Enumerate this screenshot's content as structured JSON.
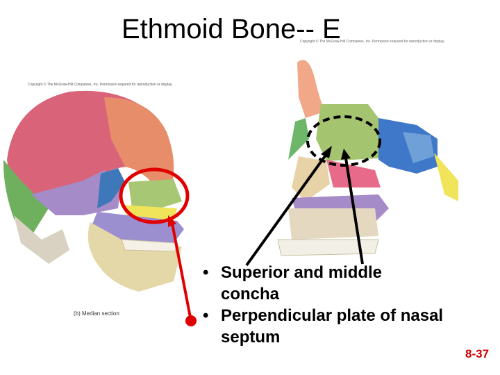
{
  "slide": {
    "title": "Ethmoid Bone-- E",
    "copyright_top": "Copyright © The McGraw-Hill Companies, Inc. Permission required for reproduction or display.",
    "copyright_left": "Copyright © The McGraw-Hill Companies, Inc. Permission required for reproduction or display.",
    "figure_caption": "(b) Median section",
    "bullets": [
      "Superior and middle concha",
      "Perpendicular plate of nasal septum"
    ],
    "bullet_lines": [
      [
        "Superior and middle",
        "concha"
      ],
      [
        "Perpendicular plate of nasal",
        "septum"
      ]
    ],
    "page_number": "8-37"
  },
  "colors": {
    "annotation_red": "#e00000",
    "annotation_black": "#000000",
    "page_number": "#cc0000"
  }
}
